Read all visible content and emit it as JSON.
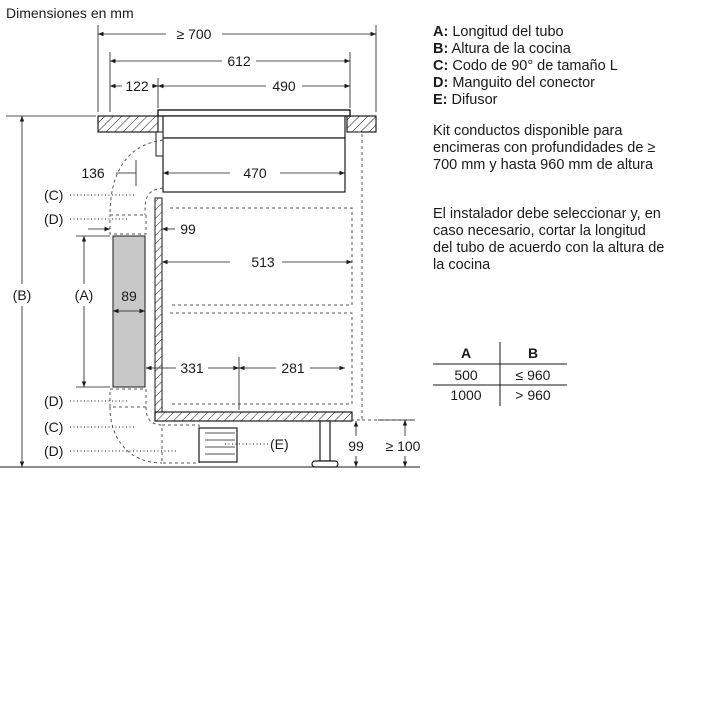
{
  "title": "Dimensiones en mm",
  "dimensions": {
    "total_depth": "≥ 700",
    "depth_612": "612",
    "offset_122": "122",
    "depth_490": "490",
    "width_470": "470",
    "offset_136": "136",
    "gap_99": "99",
    "width_513": "513",
    "tube_89": "89",
    "width_331": "331",
    "width_281": "281",
    "height_99": "99",
    "height_100": "≥ 100"
  },
  "labels": {
    "A": "(A)",
    "B": "(B)",
    "C": "(C)",
    "D": "(D)",
    "E": "(E)"
  },
  "legend": [
    {
      "key": "A:",
      "text": "Longitud del tubo"
    },
    {
      "key": "B:",
      "text": "Altura de la cocina"
    },
    {
      "key": "C:",
      "text": "Codo de 90° de tamaño L"
    },
    {
      "key": "D:",
      "text": "Manguito del conector"
    },
    {
      "key": "E:",
      "text": "Difusor"
    }
  ],
  "notes": {
    "kit": [
      "Kit conductos disponible para",
      "encimeras con profundidades de ≥",
      "700 mm y hasta 960 mm de altura"
    ],
    "installer": [
      "El instalador debe seleccionar y, en",
      "caso necesario, cortar la longitud",
      "del tubo de acuerdo con la altura de",
      "la cocina"
    ]
  },
  "table": {
    "headers": [
      "A",
      "B"
    ],
    "rows": [
      [
        "500",
        "≤ 960"
      ],
      [
        "1000",
        "> 960"
      ]
    ]
  },
  "colors": {
    "line": "#1a1a1a",
    "tube_fill": "#c8c8c8",
    "dashed": "#555555"
  }
}
